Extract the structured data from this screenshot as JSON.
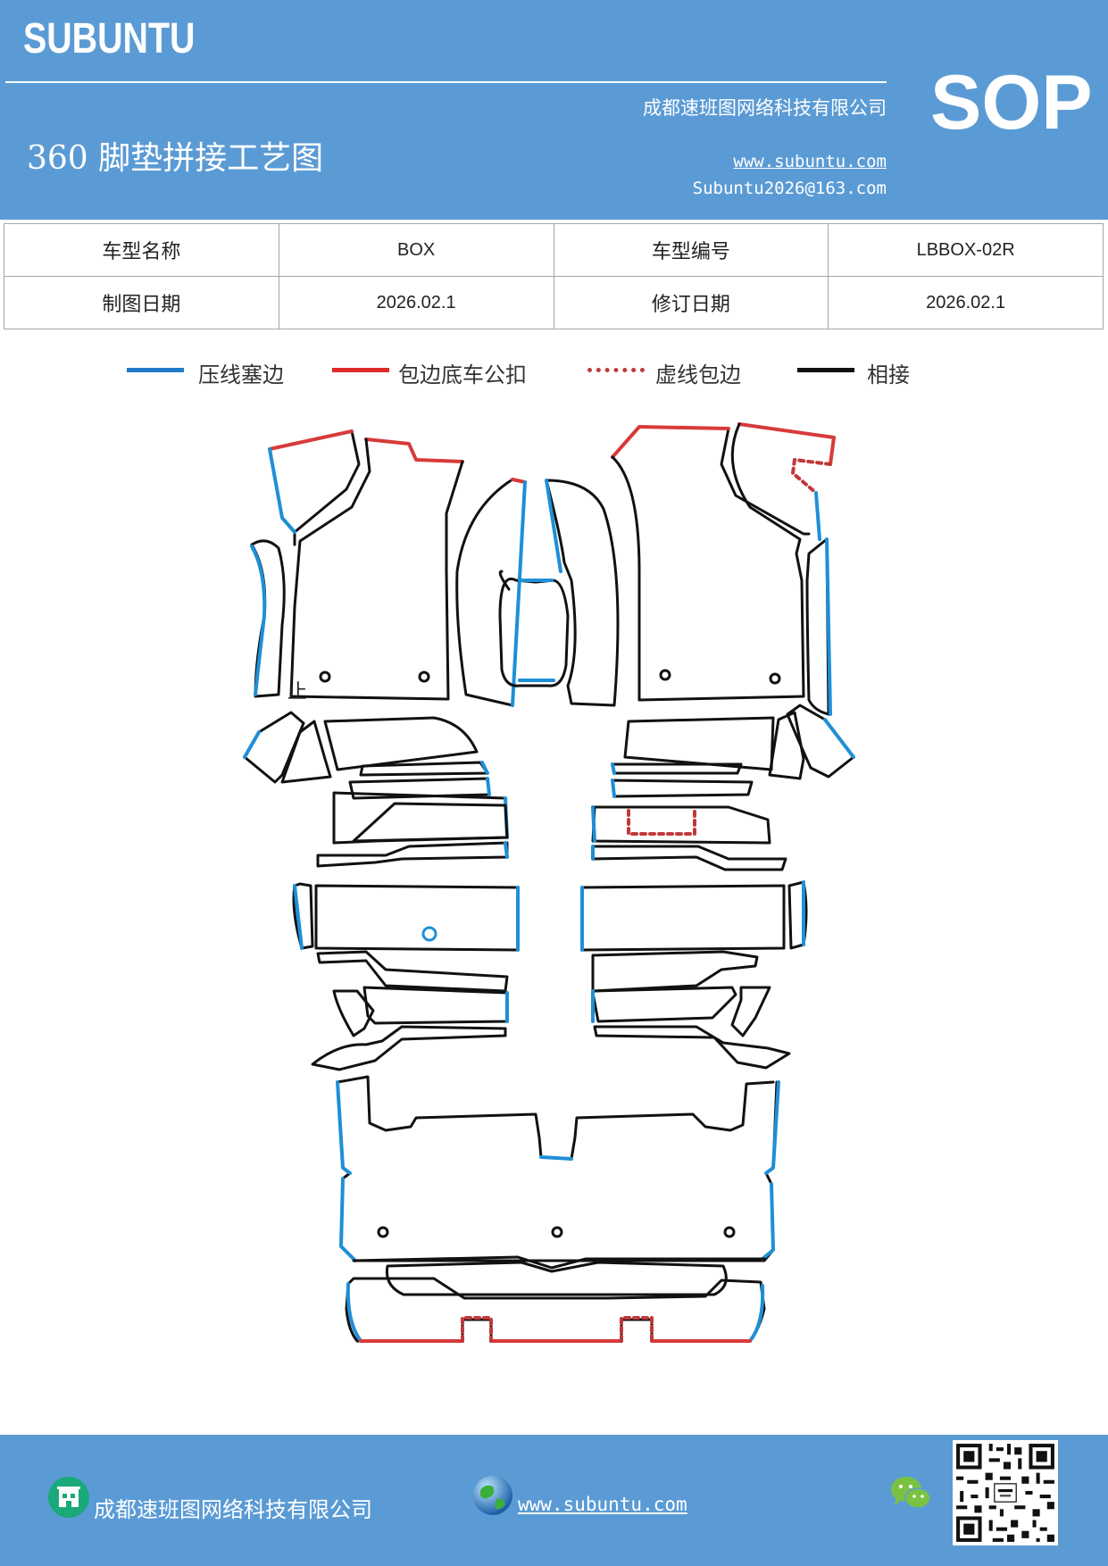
{
  "header": {
    "brand": "SUBUNTU",
    "company": "成都速班图网络科技有限公司",
    "title": "360 脚垫拼接工艺图",
    "website": "www.subuntu.com",
    "email": "Subuntu2026@163.com",
    "badge": "SOP"
  },
  "info_table": {
    "rows": [
      [
        {
          "label": "车型名称",
          "value": "BOX"
        },
        {
          "label": "车型编号",
          "value": "LBBOX-02R"
        }
      ],
      [
        {
          "label": "制图日期",
          "value": "2026.02.1"
        },
        {
          "label": "修订日期",
          "value": "2026.02.1"
        }
      ]
    ]
  },
  "legend": [
    {
      "label": "压线塞边",
      "color": "#1f7bc9",
      "style": "solid"
    },
    {
      "label": "包边底车公扣",
      "color": "#e02a2a",
      "style": "solid"
    },
    {
      "label": "虚线包边",
      "color": "#c0393b",
      "style": "dotted"
    },
    {
      "label": "相接",
      "color": "#111111",
      "style": "solid"
    }
  ],
  "drawing": {
    "colors": {
      "press": "#1f8fd6",
      "wrap": "#d83a3a",
      "dashed": "#c0393b",
      "join": "#111111"
    },
    "mark_text": "止"
  },
  "footer": {
    "company": "成都速班图网络科技有限公司",
    "website": "www.subuntu.com"
  }
}
